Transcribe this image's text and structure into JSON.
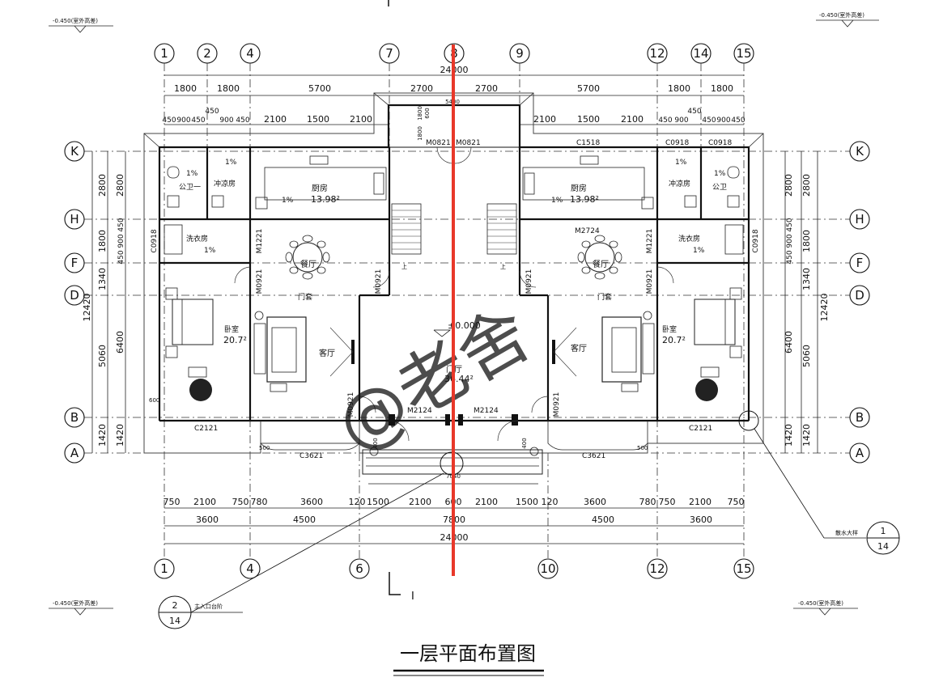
{
  "drawing_title": "一层平面布置图",
  "elevation_marks": [
    "-0.450(室外高差)",
    "-0.450(室外高差)",
    "-0.450(室外高差)",
    "-0.450(室外高差)"
  ],
  "floor_level": "±0.000",
  "top_axes": [
    "1",
    "2",
    "4",
    "7",
    "8",
    "9",
    "12",
    "14",
    "15"
  ],
  "bottom_axes": [
    "1",
    "4",
    "6",
    "10",
    "12",
    "15"
  ],
  "side_axes": [
    "K",
    "H",
    "F",
    "D",
    "B",
    "A"
  ],
  "top_dims": {
    "overall": "24000",
    "row1": [
      "1800",
      "1800",
      "5700",
      "2700",
      "2700",
      "5700",
      "1800",
      "1800"
    ],
    "row2": [
      "450",
      "900",
      "450",
      "900",
      "450",
      "2100",
      "1500",
      "2100",
      "2100",
      "1500",
      "2100",
      "450",
      "900",
      "450",
      "900",
      "450"
    ],
    "extra": [
      "450",
      "450",
      "5400"
    ]
  },
  "bottom_dims": {
    "row1": [
      "750",
      "2100",
      "750",
      "780",
      "3600",
      "120",
      "1500",
      "2100",
      "600",
      "2100",
      "1500",
      "120",
      "3600",
      "780",
      "750",
      "2100",
      "750"
    ],
    "row2": [
      "3600",
      "4500",
      "7800",
      "4500",
      "3600"
    ],
    "overall": "24000",
    "porch": "7040"
  },
  "left_dims": {
    "col_outer": [
      "2800",
      "1800",
      "1340",
      "5060",
      "1420"
    ],
    "col_inner": [
      "2800",
      "450",
      "900",
      "450",
      "6400",
      "1420"
    ],
    "total": "12420",
    "misc": [
      "600"
    ]
  },
  "right_dims": {
    "col_outer": [
      "2800",
      "1800",
      "1340",
      "5060",
      "1420"
    ],
    "col_inner": [
      "2800",
      "450",
      "900",
      "450",
      "6400",
      "1420"
    ],
    "total": "12420"
  },
  "rooms": {
    "kitchen": "厨房",
    "kitchen_area": "13.98²",
    "shower": "冲凉房",
    "wc": "公卫一",
    "wc_r": "公卫",
    "laundry": "洗衣房",
    "dining": "餐厅",
    "bedroom": "卧室",
    "bedroom_area": "20.7²",
    "living": "客厅",
    "hall": "门厅",
    "hall_area": "36.44²",
    "door_set": "门套",
    "up": "上",
    "slope": "1%"
  },
  "openings": {
    "M0821": "M0821",
    "C1518": "C1518",
    "C0918": "C0918",
    "M1221": "M1221",
    "M0921": "M0921",
    "M2724": "M2724",
    "M2124": "M2124",
    "C2121": "C2121",
    "C3621": "C3621",
    "m0821": "M0821",
    "dim_1800": "1800",
    "dim_600": "600",
    "dim_500": "500",
    "dim_400": "400"
  },
  "callouts": {
    "entry_steps_label": "主入口台阶",
    "entry_steps_num": "2",
    "entry_steps_sheet": "14",
    "scatter_water_label": "散水大样",
    "scatter_water_num": "1",
    "scatter_water_sheet": "14",
    "section_mark": "I"
  },
  "watermark": "@老舍",
  "colors": {
    "cut_line": "#e8382a",
    "watermark": "#f2a49a"
  }
}
